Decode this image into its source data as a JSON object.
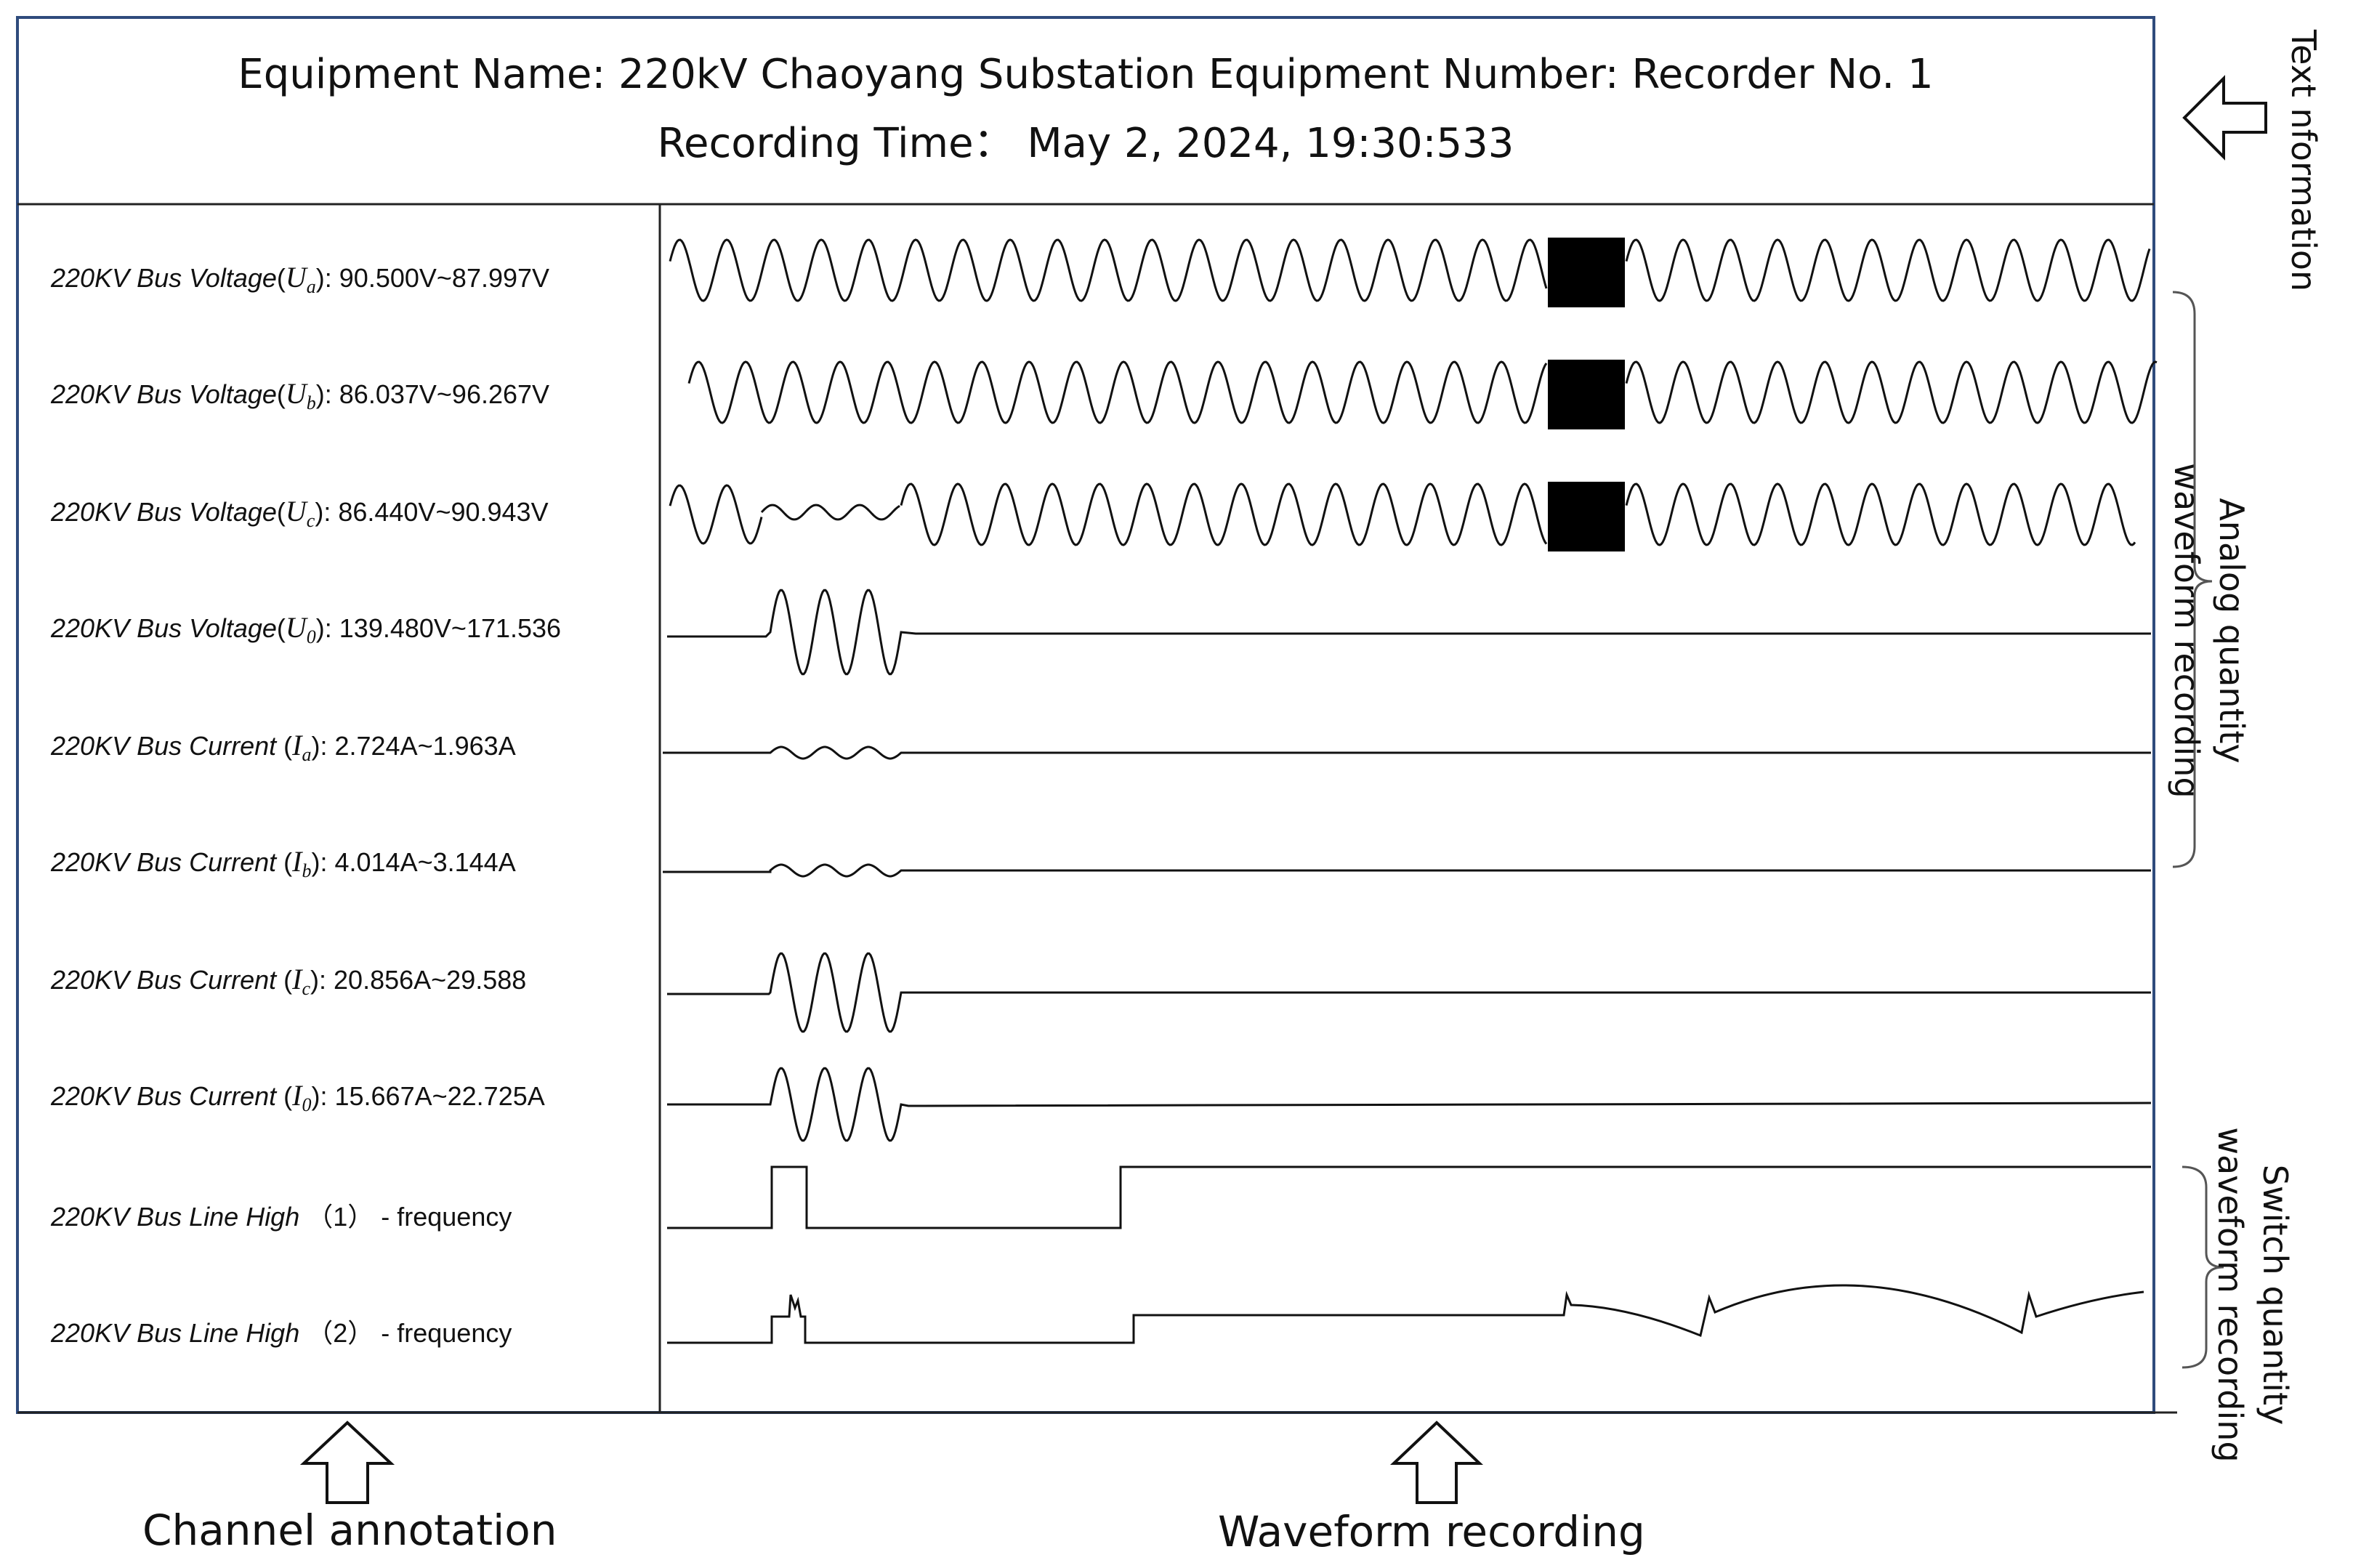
{
  "header": {
    "line1": "Equipment Name: 220kV Chaoyang Substation Equipment Number: Recorder No.  1",
    "line2": "Recording Time： May 2, 2024, 19:30:533"
  },
  "channels": [
    {
      "name": "220KV Bus Voltage",
      "sym": "U",
      "sub": "a",
      "range": "): 90.500V~87.997V",
      "pre": "("
    },
    {
      "name": "220KV Bus Voltage",
      "sym": "U",
      "sub": "b",
      "range": "): 86.037V~96.267V",
      "pre": "("
    },
    {
      "name": "220KV Bus Voltage",
      "sym": "U",
      "sub": "c",
      "range": "): 86.440V~90.943V",
      "pre": "("
    },
    {
      "name": "220KV Bus Voltage",
      "sym": "U",
      "sub": "0",
      "range": "): 139.480V~171.536",
      "pre": "("
    },
    {
      "name": "220KV Bus Current ",
      "sym": "I",
      "sub": "a",
      "range": "): 2.724A~1.963A",
      "pre": "("
    },
    {
      "name": "220KV Bus Current ",
      "sym": "I",
      "sub": "b",
      "range": "): 4.014A~3.144A",
      "pre": "("
    },
    {
      "name": "220KV Bus Current ",
      "sym": "I",
      "sub": "c",
      "range": "): 20.856A~29.588",
      "pre": "("
    },
    {
      "name": "220KV Bus Current ",
      "sym": "I",
      "sub": "0",
      "range": "): 15.667A~22.725A",
      "pre": "("
    },
    {
      "name": "220KV  Bus Line High ",
      "sym": "",
      "sub": "",
      "range": "（1）  - frequency",
      "pre": ""
    },
    {
      "name": "220KV Bus Line High  ",
      "sym": "",
      "sub": "",
      "range": "（2） - frequency",
      "pre": ""
    }
  ],
  "annotations": {
    "channel_annotation": "Channel annotation",
    "waveform_recording": "Waveform recording",
    "text_information": "Text nformation",
    "analog_line1": "Analog quantity",
    "analog_line2": "waveform recording",
    "switch_line1": "Switch quantity",
    "switch_line2": "waveform recording"
  },
  "colors": {
    "frame": "#2f4b7c",
    "ink": "#111111"
  }
}
